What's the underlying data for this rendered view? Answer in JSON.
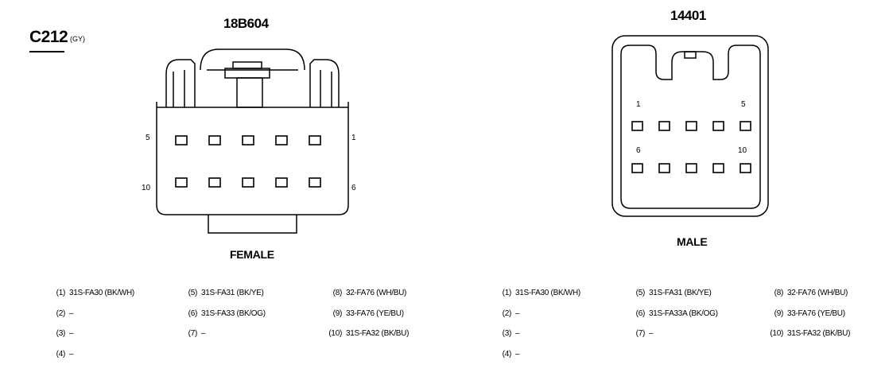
{
  "connector": {
    "id": "C212",
    "color_code": "(GY)"
  },
  "female": {
    "part_number": "18B604",
    "gender_label": "FEMALE",
    "pin_labels": {
      "top_left": "5",
      "top_right": "1",
      "bottom_left": "10",
      "bottom_right": "6"
    },
    "pins": [
      {
        "num": "(1)",
        "circuit": "31S-FA30 (BK/WH)"
      },
      {
        "num": "(2)",
        "circuit": "–"
      },
      {
        "num": "(3)",
        "circuit": "–"
      },
      {
        "num": "(4)",
        "circuit": "–"
      },
      {
        "num": "(5)",
        "circuit": "31S-FA31 (BK/YE)"
      },
      {
        "num": "(6)",
        "circuit": "31S-FA33 (BK/OG)"
      },
      {
        "num": "(7)",
        "circuit": "–"
      },
      {
        "num": "(8)",
        "circuit": "32-FA76 (WH/BU)"
      },
      {
        "num": "(9)",
        "circuit": "33-FA76 (YE/BU)"
      },
      {
        "num": "(10)",
        "circuit": "31S-FA32 (BK/BU)"
      }
    ]
  },
  "male": {
    "part_number": "14401",
    "gender_label": "MALE",
    "pin_labels": {
      "top_left": "1",
      "top_right": "5",
      "bottom_left": "6",
      "bottom_right": "10"
    },
    "pins": [
      {
        "num": "(1)",
        "circuit": "31S-FA30 (BK/WH)"
      },
      {
        "num": "(2)",
        "circuit": "–"
      },
      {
        "num": "(3)",
        "circuit": "–"
      },
      {
        "num": "(4)",
        "circuit": "–"
      },
      {
        "num": "(5)",
        "circuit": "31S-FA31 (BK/YE)"
      },
      {
        "num": "(6)",
        "circuit": "31S-FA33A (BK/OG)"
      },
      {
        "num": "(7)",
        "circuit": "–"
      },
      {
        "num": "(8)",
        "circuit": "32-FA76 (WH/BU)"
      },
      {
        "num": "(9)",
        "circuit": "33-FA76 (YE/BU)"
      },
      {
        "num": "(10)",
        "circuit": "31S-FA32 (BK/BU)"
      }
    ]
  }
}
